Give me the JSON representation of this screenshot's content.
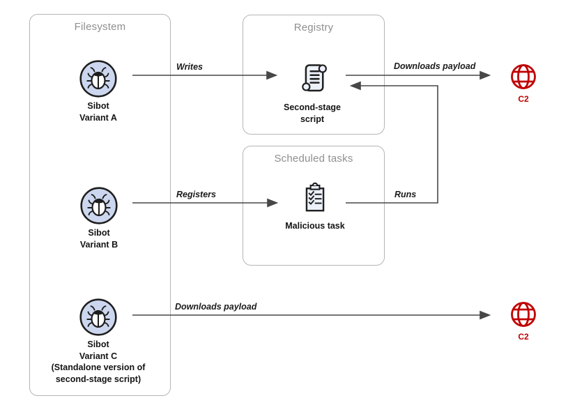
{
  "groups": {
    "filesystem": {
      "title": "Filesystem"
    },
    "registry": {
      "title": "Registry"
    },
    "scheduled_tasks": {
      "title": "Scheduled tasks"
    }
  },
  "nodes": {
    "variant_a": {
      "icon": "bug-icon",
      "label": "Sibot\nVariant A"
    },
    "variant_b": {
      "icon": "bug-icon",
      "label": "Sibot\nVariant B"
    },
    "variant_c": {
      "icon": "bug-icon",
      "label": "Sibot\nVariant C\n(Standalone version of\nsecond-stage script)"
    },
    "second_stage_script": {
      "icon": "scroll-icon",
      "label": "Second-stage\nscript"
    },
    "malicious_task": {
      "icon": "clipboard-icon",
      "label": "Malicious task"
    },
    "c2_top": {
      "icon": "globe-icon",
      "label": "C2"
    },
    "c2_bottom": {
      "icon": "globe-icon",
      "label": "C2"
    }
  },
  "edges": {
    "writes": {
      "label": "Writes"
    },
    "downloads_payload_top": {
      "label": "Downloads payload"
    },
    "registers": {
      "label": "Registers"
    },
    "runs": {
      "label": "Runs"
    },
    "downloads_payload_bottom": {
      "label": "Downloads payload"
    }
  },
  "colors": {
    "box_border": "#b5b5b5",
    "box_title": "#8f8f8f",
    "arrow": "#474747",
    "label_text": "#141414",
    "c2_red": "#c00000",
    "bug_circle_fill": "#ccd7ef",
    "icon_fill": "#edf1fa",
    "icon_stroke": "#202020"
  }
}
